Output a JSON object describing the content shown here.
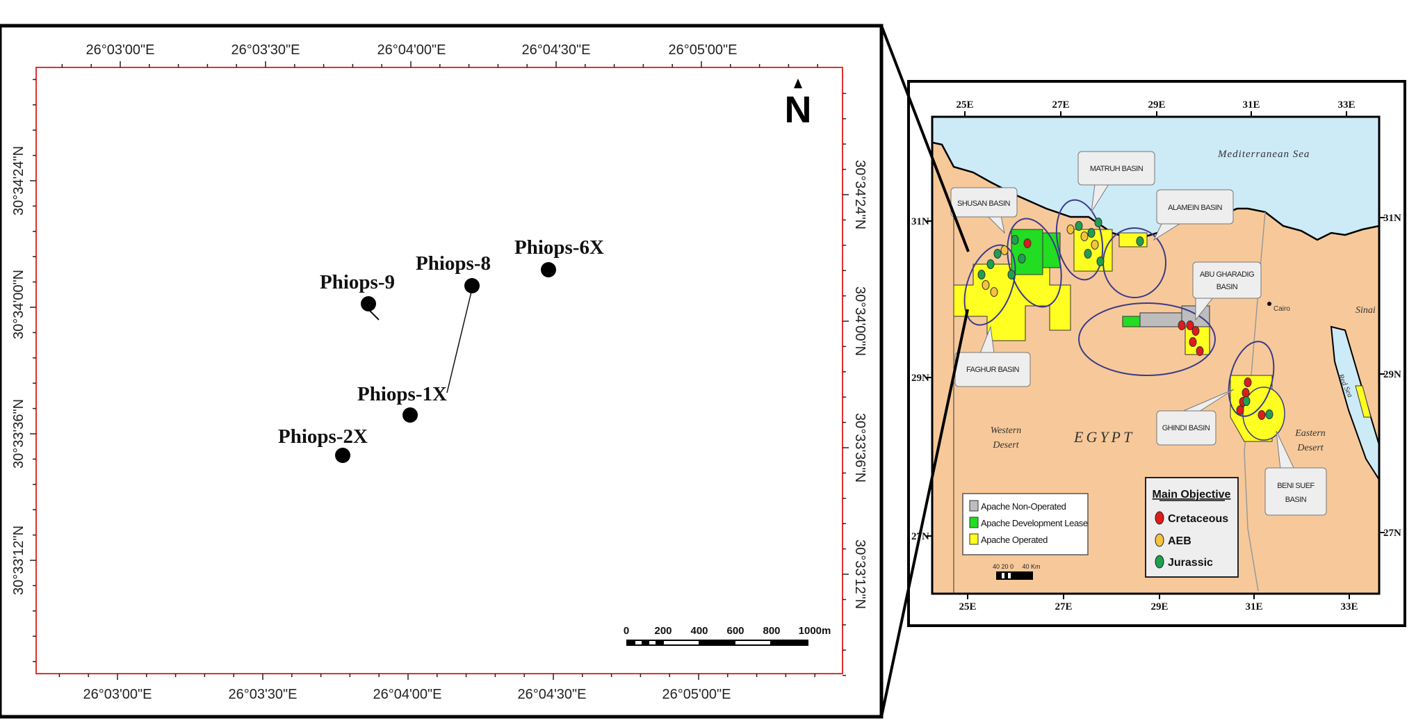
{
  "main_map": {
    "top_lon_labels": [
      "26°03'00\"E",
      "26°03'30\"E",
      "26°04'00\"E",
      "26°04'30\"E",
      "26°05'00\"E"
    ],
    "bottom_lon_labels": [
      "26°03'00\"E",
      "26°03'30\"E",
      "26°04'00\"E",
      "26°04'30\"E",
      "26°05'00\"E"
    ],
    "left_lat_labels": [
      "30°34'24\"N",
      "30°34'00\"N",
      "30°33'36\"N",
      "30°33'12\"N"
    ],
    "right_lat_labels": [
      "30°34'24\"N",
      "30°34'00\"N",
      "30°33'36\"N",
      "30°33'12\"N"
    ],
    "north_arrow": "N",
    "frame_color": "#e03030",
    "wells": [
      {
        "name": "Phiops-9"
      },
      {
        "name": "Phiops-8"
      },
      {
        "name": "Phiops-6X"
      },
      {
        "name": "Phiops-1X"
      },
      {
        "name": "Phiops-2X"
      }
    ],
    "scale_bar": {
      "labels": [
        "0",
        "200",
        "400",
        "600",
        "800",
        "1000m"
      ]
    }
  },
  "inset_map": {
    "top_lon_labels": [
      "25E",
      "27E",
      "29E",
      "31E",
      "33E"
    ],
    "bottom_lon_labels": [
      "25E",
      "27E",
      "29E",
      "31E",
      "33E"
    ],
    "left_lat_labels": [
      "31N",
      "29N",
      "27N"
    ],
    "right_lat_labels": [
      "31N",
      "29N",
      "27N"
    ],
    "sea_label": "Mediterranean Sea",
    "country_label": "EGYPT",
    "western_desert": [
      "Western",
      "Desert"
    ],
    "eastern_desert": [
      "Eastern",
      "Desert"
    ],
    "sinai_label": "Sinai",
    "cairo_label": "Cairo",
    "red_sea_label": "Red Sea",
    "basins": {
      "shushan": "SHUSAN BASIN",
      "matruh": "MATRUH BASIN",
      "alamein": "ALAMEIN BASIN",
      "abu_gharadig": [
        "ABU GHARADIG",
        "BASIN"
      ],
      "faghur": "FAGHUR BASIN",
      "ghindi": "GHINDI BASIN",
      "beni_suef": [
        "BENI SUEF",
        "BASIN"
      ]
    },
    "lease_legend": [
      {
        "label": "Apache Non-Operated",
        "color": "#bdbdbd"
      },
      {
        "label": "Apache Development Lease",
        "color": "#22dd22"
      },
      {
        "label": "Apache Operated",
        "color": "#ffff22"
      }
    ],
    "objective_legend": {
      "title": "Main Objective",
      "items": [
        {
          "label": "Cretaceous",
          "color": "#e01b1b"
        },
        {
          "label": "AEB",
          "color": "#f5c242"
        },
        {
          "label": "Jurassic",
          "color": "#1fa050"
        }
      ]
    },
    "scale_bar": {
      "labels": "40 20 0     40 Km"
    },
    "colors": {
      "land": "#f7c99a",
      "sea": "#cdeaf7"
    }
  }
}
